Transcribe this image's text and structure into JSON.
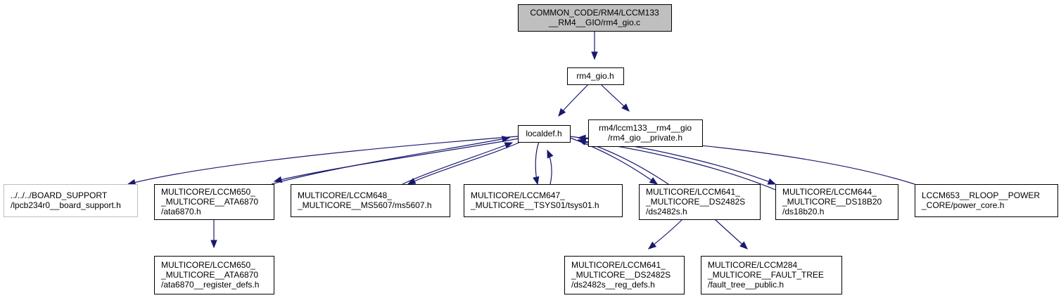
{
  "colors": {
    "edge": "#191970",
    "border": "#000000",
    "border_external": "#bfbfbf",
    "fill": "#ffffff",
    "fill_current": "#bfbfbf"
  },
  "nodes": [
    {
      "id": "rm4_gio_c",
      "lines": [
        "COMMON_CODE/RM4/LCCM133",
        "__RM4__GIO/rm4_gio.c"
      ],
      "current": true,
      "interactable": false
    },
    {
      "id": "rm4_gio_h",
      "lines": [
        "rm4_gio.h"
      ],
      "interactable": true
    },
    {
      "id": "localdef_h",
      "lines": [
        "localdef.h"
      ],
      "interactable": true
    },
    {
      "id": "rm4_gio_private_h",
      "lines": [
        "rm4/lccm133__rm4__gio",
        "/rm4_gio__private.h"
      ],
      "interactable": true
    },
    {
      "id": "lpcb234r0_board_support_h",
      "lines": [
        "../../../BOARD_SUPPORT",
        "/lpcb234r0__board_support.h"
      ],
      "external": true,
      "interactable": false
    },
    {
      "id": "ata6870_h",
      "lines": [
        "MULTICORE/LCCM650_",
        "_MULTICORE__ATA6870",
        "/ata6870.h"
      ],
      "interactable": true
    },
    {
      "id": "ms5607_h",
      "lines": [
        "MULTICORE/LCCM648_",
        "_MULTICORE__MS5607/ms5607.h"
      ],
      "interactable": true
    },
    {
      "id": "tsys01_h",
      "lines": [
        "MULTICORE/LCCM647_",
        "_MULTICORE__TSYS01/tsys01.h"
      ],
      "interactable": true
    },
    {
      "id": "ds2482s_h",
      "lines": [
        "MULTICORE/LCCM641_",
        "_MULTICORE__DS2482S",
        "/ds2482s.h"
      ],
      "interactable": true
    },
    {
      "id": "ds18b20_h",
      "lines": [
        "MULTICORE/LCCM644_",
        "_MULTICORE__DS18B20",
        "/ds18b20.h"
      ],
      "interactable": true
    },
    {
      "id": "power_core_h",
      "lines": [
        "LCCM653__RLOOP__POWER",
        "_CORE/power_core.h"
      ],
      "interactable": true
    },
    {
      "id": "ata6870_register_defs_h",
      "lines": [
        "MULTICORE/LCCM650_",
        "_MULTICORE__ATA6870",
        "/ata6870__register_defs.h"
      ],
      "interactable": true
    },
    {
      "id": "ds2482s_reg_defs_h",
      "lines": [
        "MULTICORE/LCCM641_",
        "_MULTICORE__DS2482S",
        "/ds2482s__reg_defs.h"
      ],
      "interactable": true
    },
    {
      "id": "fault_tree_public_h",
      "lines": [
        "MULTICORE/LCCM284_",
        "_MULTICORE__FAULT_TREE",
        "/fault_tree__public.h"
      ],
      "interactable": true
    }
  ],
  "edges": [
    {
      "from": "rm4_gio_c",
      "to": "rm4_gio_h"
    },
    {
      "from": "rm4_gio_h",
      "to": "localdef_h"
    },
    {
      "from": "rm4_gio_h",
      "to": "rm4_gio_private_h"
    },
    {
      "from": "localdef_h",
      "to": "lpcb234r0_board_support_h"
    },
    {
      "from": "localdef_h",
      "to": "ata6870_h"
    },
    {
      "from": "localdef_h",
      "to": "ms5607_h"
    },
    {
      "from": "localdef_h",
      "to": "tsys01_h"
    },
    {
      "from": "localdef_h",
      "to": "ds2482s_h"
    },
    {
      "from": "localdef_h",
      "to": "ds18b20_h"
    },
    {
      "from": "ata6870_h",
      "to": "localdef_h"
    },
    {
      "from": "ms5607_h",
      "to": "localdef_h"
    },
    {
      "from": "tsys01_h",
      "to": "localdef_h"
    },
    {
      "from": "ds2482s_h",
      "to": "localdef_h"
    },
    {
      "from": "ds18b20_h",
      "to": "localdef_h"
    },
    {
      "from": "power_core_h",
      "to": "localdef_h"
    },
    {
      "from": "ata6870_h",
      "to": "ata6870_register_defs_h"
    },
    {
      "from": "ds2482s_h",
      "to": "ds2482s_reg_defs_h"
    },
    {
      "from": "ds2482s_h",
      "to": "fault_tree_public_h"
    }
  ]
}
